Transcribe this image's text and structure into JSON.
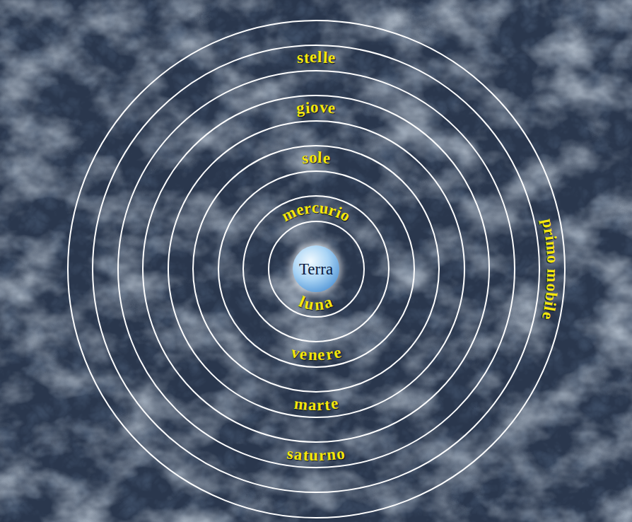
{
  "diagram": {
    "nodes": [
      {
        "text": [
          "primo mobile"
        ]
      },
      {
        "text": [
          "stelle"
        ],
        "in": 0
      },
      {
        "text": [
          "saturno"
        ],
        "in": 1
      },
      {
        "text": [
          "giove"
        ],
        "in": 2
      },
      {
        "text": [
          "marte"
        ],
        "in": 3
      },
      {
        "text": [
          "sole"
        ],
        "in": 4
      },
      {
        "text": [
          "venere"
        ],
        "in": 5
      },
      {
        "text": [
          "mercurio"
        ],
        "in": 6
      },
      {
        "text": [
          "luna"
        ],
        "in": 7
      },
      {
        "text": [
          "Terra"
        ],
        "in": 8
      }
    ]
  }
}
